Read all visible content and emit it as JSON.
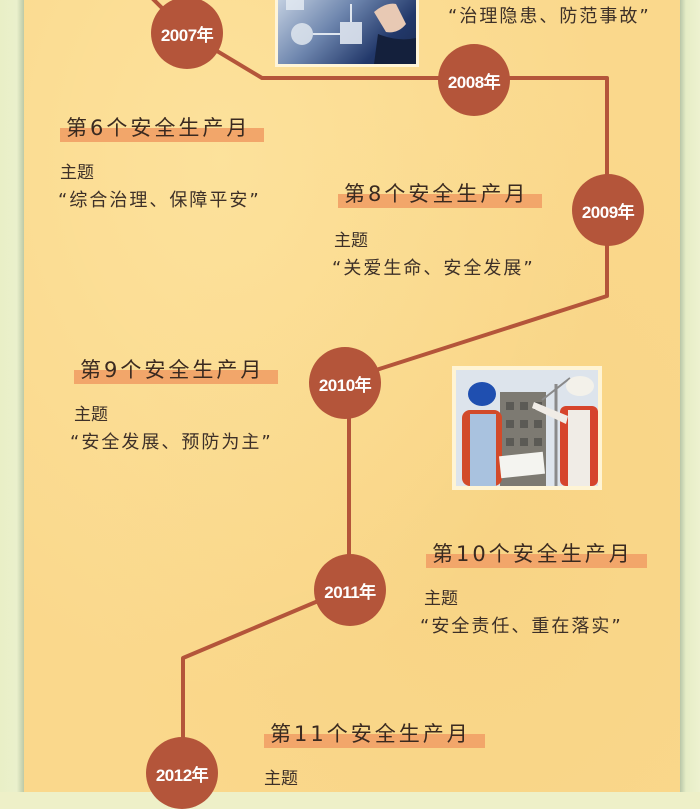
{
  "theme": {
    "line_color": "#b4553a",
    "circle_color": "#b4553a",
    "paper_color": "#fad88c",
    "highlight_color": "#f2a66a",
    "border_color": "#eef0c8"
  },
  "timeline": [
    {
      "year": "2007年"
    },
    {
      "year": "2008年"
    },
    {
      "year": "2009年"
    },
    {
      "year": "2010年"
    },
    {
      "year": "2011年"
    },
    {
      "year": "2012年"
    }
  ],
  "entries": [
    {
      "quote": "“治理隐患、防范事故”"
    },
    {
      "title": "第6个安全生产月",
      "label": "主题",
      "quote": "“综合治理、保障平安”"
    },
    {
      "title": "第8个安全生产月",
      "label": "主题",
      "quote": "“关爱生命、安全发展”"
    },
    {
      "title": "第9个安全生产月",
      "label": "主题",
      "quote": "“安全发展、预防为主”"
    },
    {
      "title": "第10个安全生产月",
      "label": "主题",
      "quote": "“安全责任、重在落实”"
    },
    {
      "title": "第11个安全生产月",
      "label": "主题"
    }
  ],
  "images": [
    {
      "name": "flowchart-touchscreen-photo"
    },
    {
      "name": "construction-workers-photo"
    }
  ]
}
